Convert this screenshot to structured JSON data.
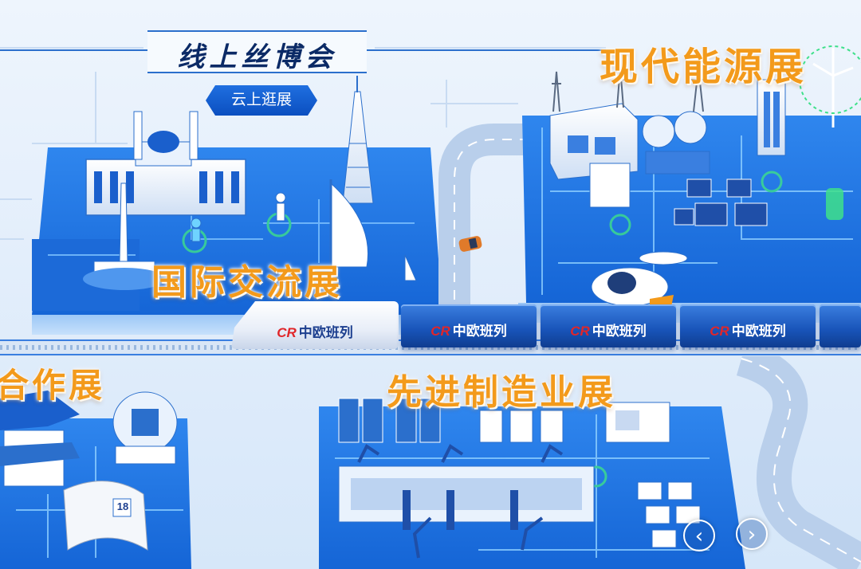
{
  "header": {
    "title": "线上丝博会",
    "tour_button": "云上逛展"
  },
  "zones": {
    "energy": "现代能源展",
    "international": "国际交流展",
    "cooperation": "合作展",
    "manufacturing": "先进制造业展"
  },
  "train": {
    "logo": "CR",
    "label": "中欧班列"
  },
  "figures": {
    "sign_value": "18"
  },
  "nav": {
    "prev_icon": "chevron-left-icon",
    "next_icon": "chevron-right-icon",
    "prev_glyph": "‹",
    "next_glyph": "›"
  },
  "colors": {
    "platform": "#1a73e0",
    "accent_orange": "#f39a1b",
    "navy": "#0b2a66"
  }
}
